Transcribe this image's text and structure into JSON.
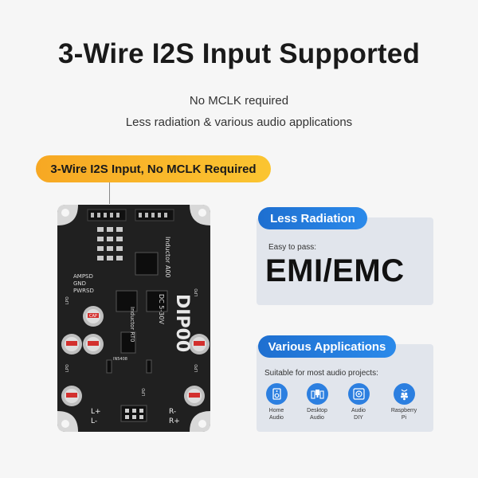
{
  "title": "3-Wire I2S Input Supported",
  "subtitle_1": "No MCLK required",
  "subtitle_2": "Less radiation & various audio applications",
  "callout": "3-Wire I2S Input, No MCLK Required",
  "board": {
    "silkscreen": {
      "model": "DIP00",
      "voltage": "DC 5-30V",
      "inductor_1": "Inductor A00",
      "inductor_2": "Inductor RT0",
      "ampsd": "AMPSD",
      "gnd": "GND",
      "pwrsd": "PWRSD",
      "lpo_labels": [
        "LPO",
        "LPO",
        "LPO",
        "LPO",
        "LPO"
      ],
      "cap": "CAP",
      "in5408": "IN5408",
      "out_left_plus": "L+",
      "out_left_minus": "L-",
      "out_right_plus": "R+",
      "out_right_minus": "R-"
    }
  },
  "less_radiation": {
    "heading": "Less Radiation",
    "easy_label": "Easy to pass:",
    "big_text": "EMI/EMC"
  },
  "various_apps": {
    "heading": "Various Applications",
    "suitable": "Suitable for most audio projects:",
    "apps": [
      {
        "line1": "Home",
        "line2": "Audio",
        "icon": "speaker-icon"
      },
      {
        "line1": "Desktop",
        "line2": "Audio",
        "icon": "desktop-speakers-icon"
      },
      {
        "line1": "Audio",
        "line2": "DIY",
        "icon": "audio-diy-icon"
      },
      {
        "line1": "Raspberry",
        "line2": "Pi",
        "icon": "raspberry-pi-icon"
      }
    ]
  },
  "colors": {
    "orange": "#f7a823",
    "blue": "#1e6fd0",
    "card": "#e1e5ec",
    "pcb": "#202020"
  }
}
